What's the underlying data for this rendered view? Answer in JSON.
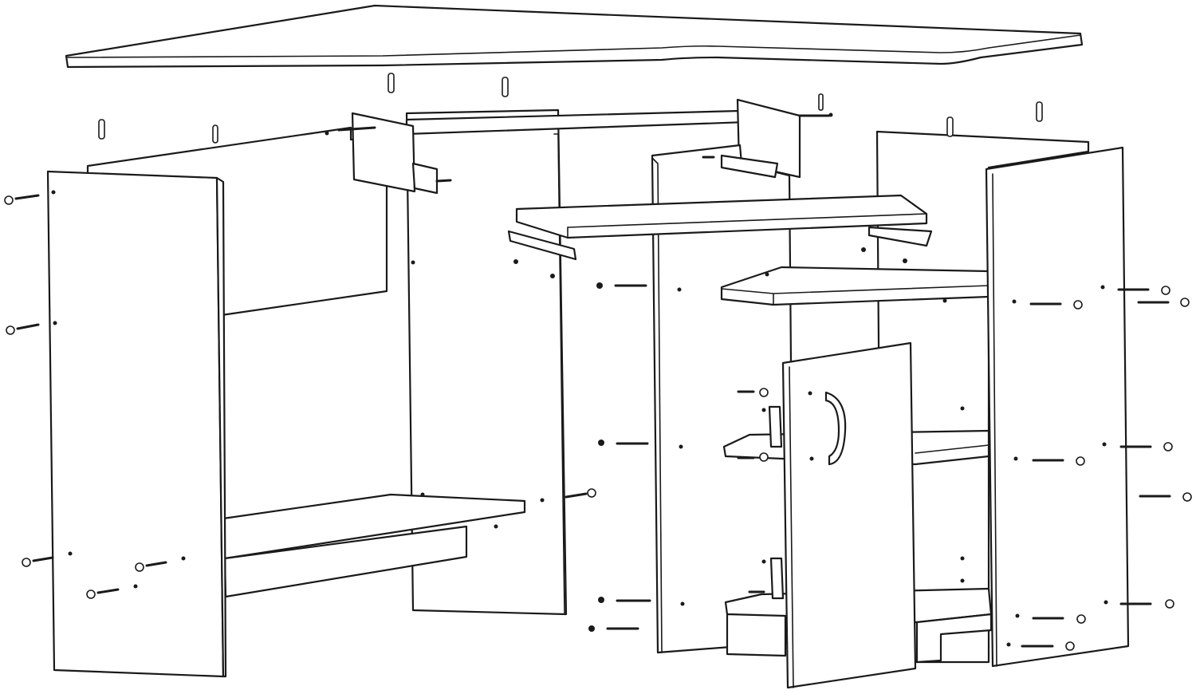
{
  "diagram": {
    "type": "exploded-assembly-drawing",
    "line_color": "#1a1a1a",
    "background_color": "#ffffff",
    "parts": [
      {
        "name": "desktop-top-panel"
      },
      {
        "name": "left-side-panel"
      },
      {
        "name": "left-back-panel"
      },
      {
        "name": "upper-crossbar"
      },
      {
        "name": "center-divider-panel"
      },
      {
        "name": "keyboard-shelf"
      },
      {
        "name": "right-back-panel"
      },
      {
        "name": "cabinet-upper-shelf"
      },
      {
        "name": "cabinet-middle-shelf"
      },
      {
        "name": "cabinet-bottom-shelf"
      },
      {
        "name": "right-side-panel"
      },
      {
        "name": "cabinet-door"
      },
      {
        "name": "left-lower-shelf"
      }
    ],
    "hardware": [
      {
        "name": "wood-dowel"
      },
      {
        "name": "cam-screw"
      },
      {
        "name": "cam-lock"
      },
      {
        "name": "drawer-slide"
      },
      {
        "name": "door-hinge"
      },
      {
        "name": "door-handle"
      }
    ]
  }
}
